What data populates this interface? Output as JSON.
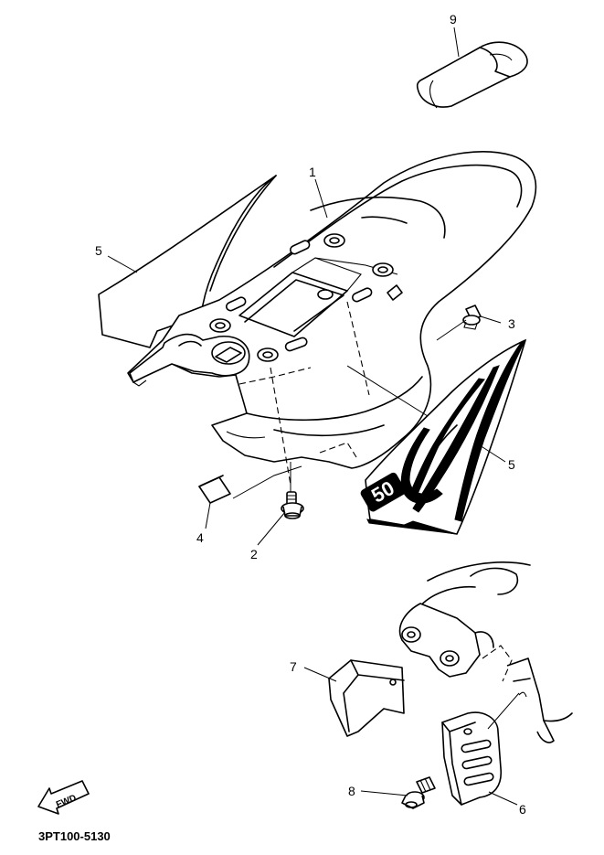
{
  "diagram": {
    "callouts": [
      {
        "id": "c1",
        "label": "1"
      },
      {
        "id": "c2",
        "label": "2"
      },
      {
        "id": "c3",
        "label": "3"
      },
      {
        "id": "c4",
        "label": "4"
      },
      {
        "id": "c5a",
        "label": "5"
      },
      {
        "id": "c5b",
        "label": "5"
      },
      {
        "id": "c6",
        "label": "6"
      },
      {
        "id": "c7",
        "label": "7"
      },
      {
        "id": "c8",
        "label": "8"
      },
      {
        "id": "c9",
        "label": "9"
      }
    ],
    "decal_text": "50",
    "fwd_label": "FWD",
    "drawing_code": "3PT100-5130"
  }
}
